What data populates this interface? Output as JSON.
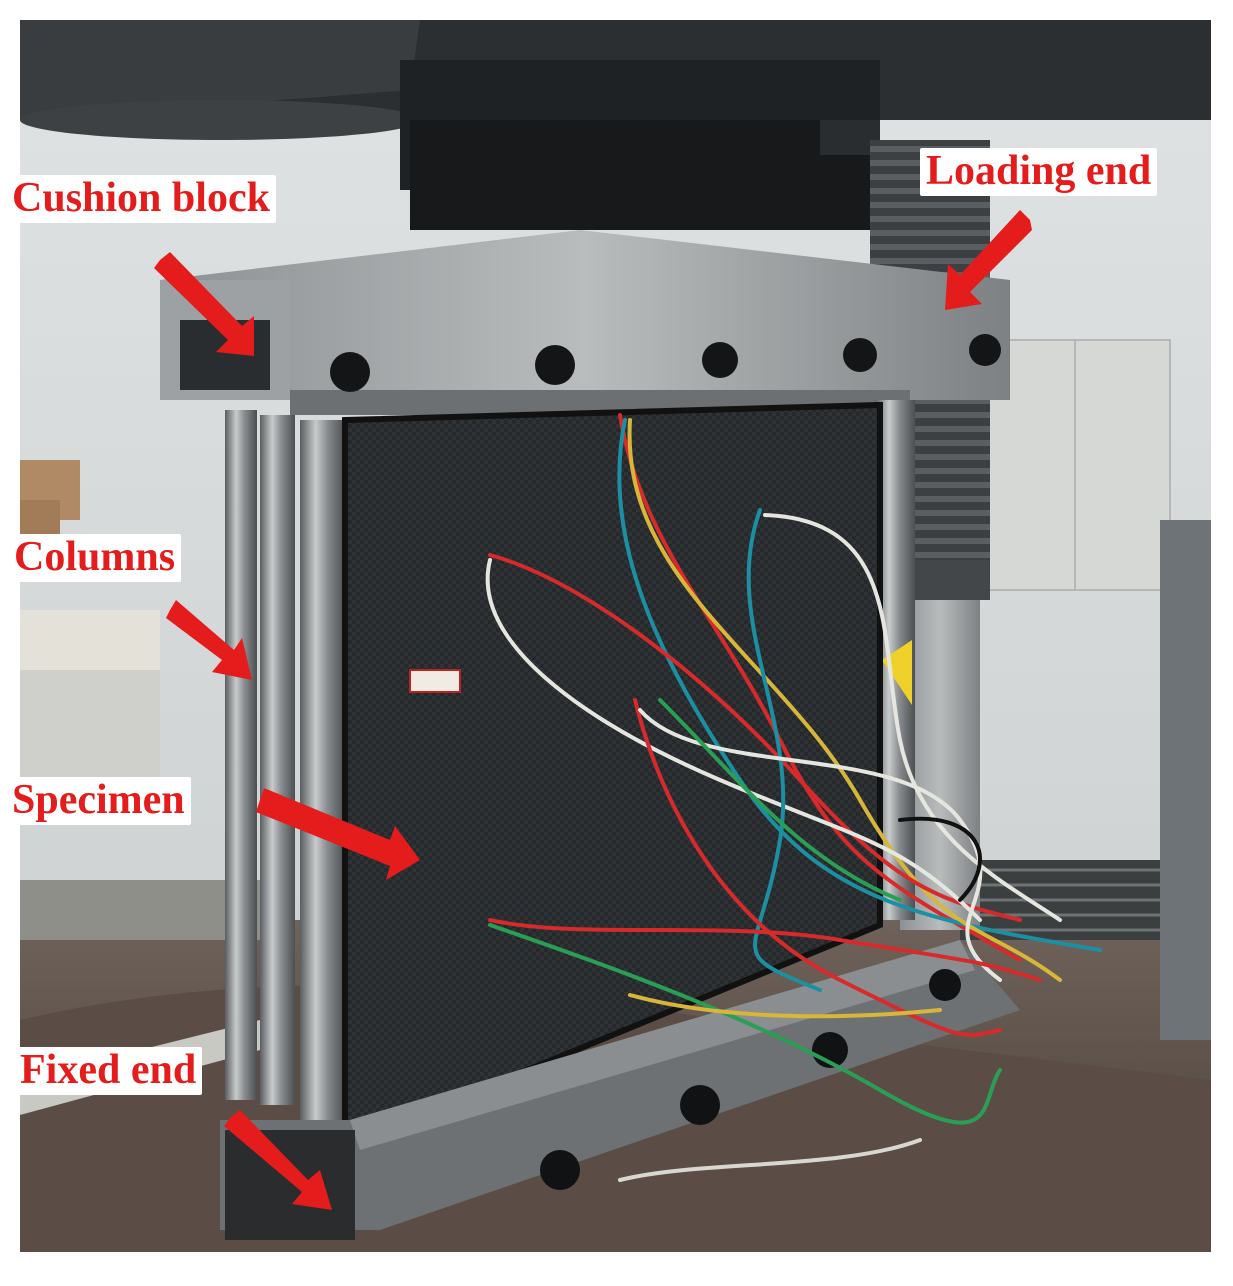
{
  "figure": {
    "labels": {
      "cushion_block": "Cushion block",
      "loading_end": "Loading end",
      "columns": "Columns",
      "specimen": "Specimen",
      "fixed_end": "Fixed end"
    },
    "colors": {
      "label_text": "#e41c1c",
      "label_background": "#ffffff",
      "arrow": "#e41c1c"
    }
  }
}
